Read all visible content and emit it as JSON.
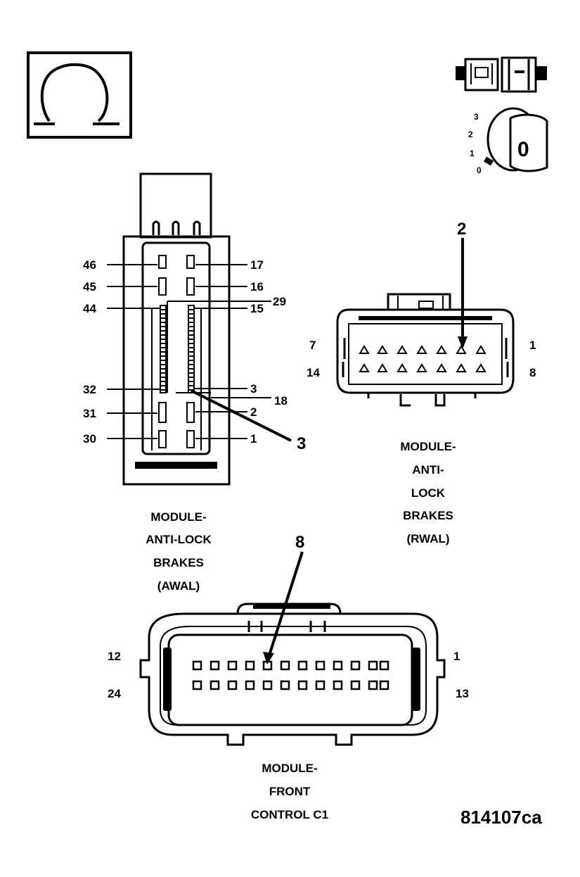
{
  "ohm_symbol": "Ω",
  "ignition_positions": [
    "3",
    "2",
    "1",
    "0"
  ],
  "key_glyph": "0",
  "awal": {
    "left_pins": [
      "46",
      "45",
      "44",
      "32",
      "31",
      "30"
    ],
    "right_pins": [
      "17",
      "16",
      "15",
      "3",
      "2",
      "1"
    ],
    "extra_pins": [
      "29",
      "18"
    ],
    "callout": "3",
    "caption": [
      "MODULE-",
      "ANTI-LOCK",
      "BRAKES",
      "(AWAL)"
    ]
  },
  "rwal": {
    "pins": [
      "7",
      "1",
      "14",
      "8"
    ],
    "callout": "2",
    "caption": [
      "MODULE-",
      "ANTI-",
      "LOCK",
      "BRAKES",
      "(RWAL)"
    ]
  },
  "front_control": {
    "pins": [
      "12",
      "1",
      "24",
      "13"
    ],
    "callout": "8",
    "caption": [
      "MODULE-",
      "FRONT",
      "CONTROL C1"
    ]
  },
  "figure_id": "814107ca"
}
